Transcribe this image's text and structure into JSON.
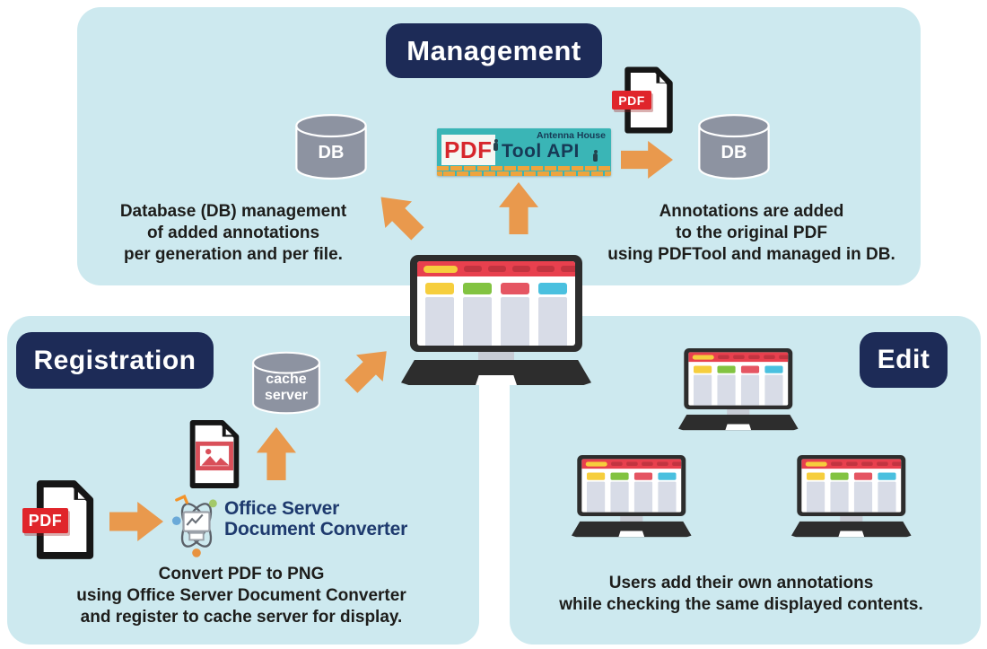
{
  "colors": {
    "panel_bg": "#cde9ef",
    "title_pill_bg": "#1d2b57",
    "arrow_orange": "#e9994d",
    "pdf_badge_red": "#e0252b",
    "banner_teal": "#3ab5b6",
    "laptop_header_red": "#e8404e",
    "column_yellow": "#f6ce3d",
    "column_green": "#82c341",
    "column_red": "#e55562",
    "column_blue": "#4ac0df",
    "cylinder_gray": "#8d93a1",
    "text_dark": "#1d1d1b"
  },
  "management": {
    "title": "Management",
    "db_left_label": "DB",
    "db_right_label": "DB",
    "left_caption": "Database (DB) management\nof added annotations\nper generation and per file.",
    "right_caption": "Annotations are added\nto the original PDF\nusing PDFTool and managed in DB.",
    "pdf_badge": "PDF",
    "logo": {
      "brand": "Antenna House",
      "word_pdf": "PDF",
      "word_tool": "Tool API"
    }
  },
  "registration": {
    "title": "Registration",
    "cache_label": "cache\nserver",
    "pdf_badge": "PDF",
    "converter_name": "Office Server\nDocument Converter",
    "caption": "Convert PDF to PNG\nusing Office Server Document Converter\nand register to cache server for display."
  },
  "edit": {
    "title": "Edit",
    "caption": "Users add their own annotations\nwhile checking the same displayed contents."
  }
}
